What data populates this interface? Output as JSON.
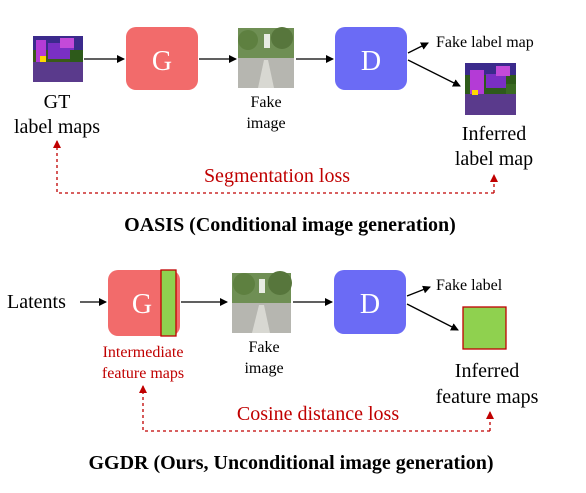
{
  "top": {
    "gt_label_line1": "GT",
    "gt_label_line2": "label maps",
    "generator": "G",
    "fake_image_line1": "Fake",
    "fake_image_line2": "image",
    "discriminator": "D",
    "fake_label_map": "Fake label map",
    "inferred_line1": "Inferred",
    "inferred_line2": "label map",
    "loss": "Segmentation loss",
    "caption": "OASIS (Conditional image generation)"
  },
  "bottom": {
    "latents": "Latents",
    "generator": "G",
    "intermediate_line1": "Intermediate",
    "intermediate_line2": "feature maps",
    "fake_image_line1": "Fake",
    "fake_image_line2": "image",
    "discriminator": "D",
    "fake_label": "Fake label",
    "inferred_line1": "Inferred",
    "inferred_line2": "feature maps",
    "loss": "Cosine distance loss",
    "caption": "GGDR (Ours, Unconditional image generation)"
  },
  "colors": {
    "generator": "#f26b6b",
    "discriminator": "#6b6bf5",
    "feature_map": "#8fd14f",
    "loss_red": "#c00000",
    "text": "#000000"
  }
}
